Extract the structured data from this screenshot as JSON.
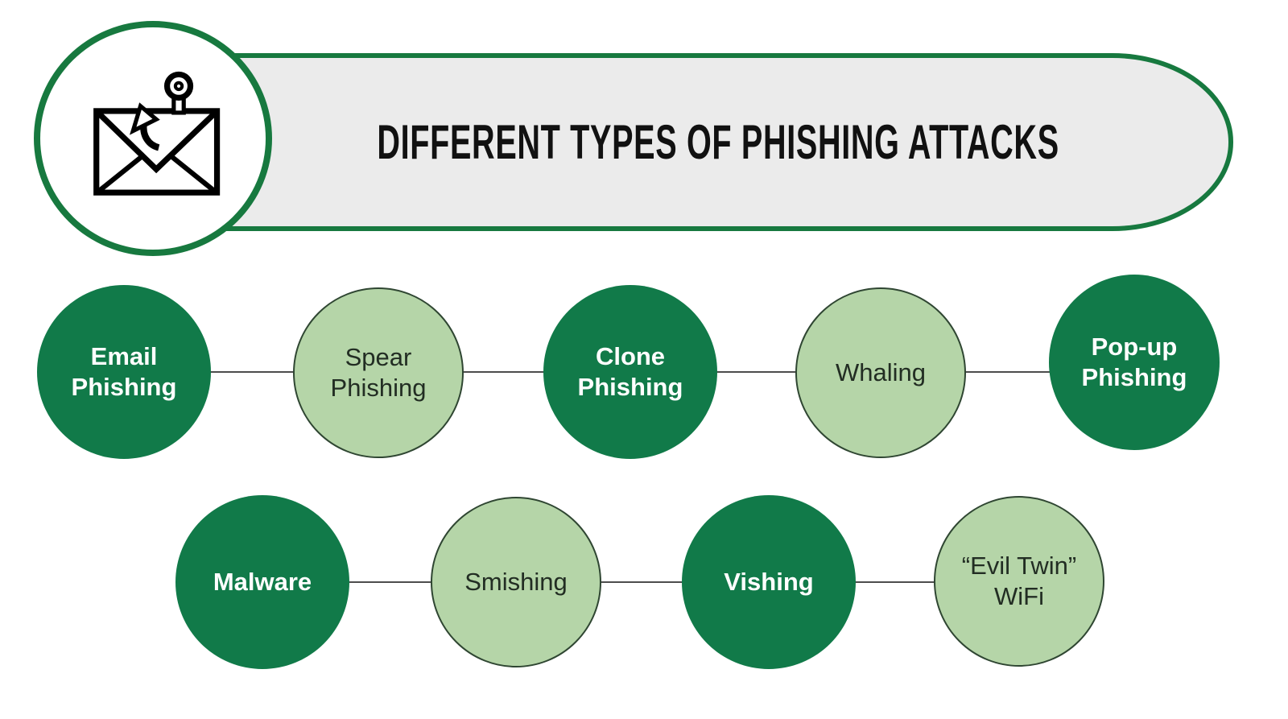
{
  "header": {
    "title": "DIFFERENT TYPES OF PHISHING ATTACKS",
    "badge_icon": "envelope-with-fishing-hook-icon"
  },
  "palette": {
    "dark_green": "#117a49",
    "light_green": "#b5d5a8",
    "outline_green": "#17793f",
    "light_circle_border": "#2f4632",
    "banner_fill": "#ebebeb",
    "connector_gray": "#4d4d4d",
    "dark_node_text": "#ffffff",
    "light_node_text": "#222d23",
    "title_text": "#111111"
  },
  "nodes": [
    {
      "id": "email-phishing",
      "label": "Email Phishing",
      "line1": "Email",
      "line2": "Phishing",
      "variant": "dark",
      "row": 1
    },
    {
      "id": "spear-phishing",
      "label": "Spear Phishing",
      "line1": "Spear",
      "line2": "Phishing",
      "variant": "light",
      "row": 1
    },
    {
      "id": "clone-phishing",
      "label": "Clone Phishing",
      "line1": "Clone",
      "line2": "Phishing",
      "variant": "dark",
      "row": 1
    },
    {
      "id": "whaling",
      "label": "Whaling",
      "line1": "Whaling",
      "line2": "",
      "variant": "light",
      "row": 1
    },
    {
      "id": "pop-up-phishing",
      "label": "Pop-up Phishing",
      "line1": "Pop-up",
      "line2": "Phishing",
      "variant": "dark",
      "row": 1
    },
    {
      "id": "malware",
      "label": "Malware",
      "line1": "Malware",
      "line2": "",
      "variant": "dark",
      "row": 2
    },
    {
      "id": "smishing",
      "label": "Smishing",
      "line1": "Smishing",
      "line2": "",
      "variant": "light",
      "row": 2
    },
    {
      "id": "vishing",
      "label": "Vishing",
      "line1": "Vishing",
      "line2": "",
      "variant": "dark",
      "row": 2
    },
    {
      "id": "evil-twin-wifi",
      "label": "“Evil Twin” WiFi",
      "line1": "“Evil Twin”",
      "line2": "WiFi",
      "variant": "light",
      "row": 2
    }
  ]
}
